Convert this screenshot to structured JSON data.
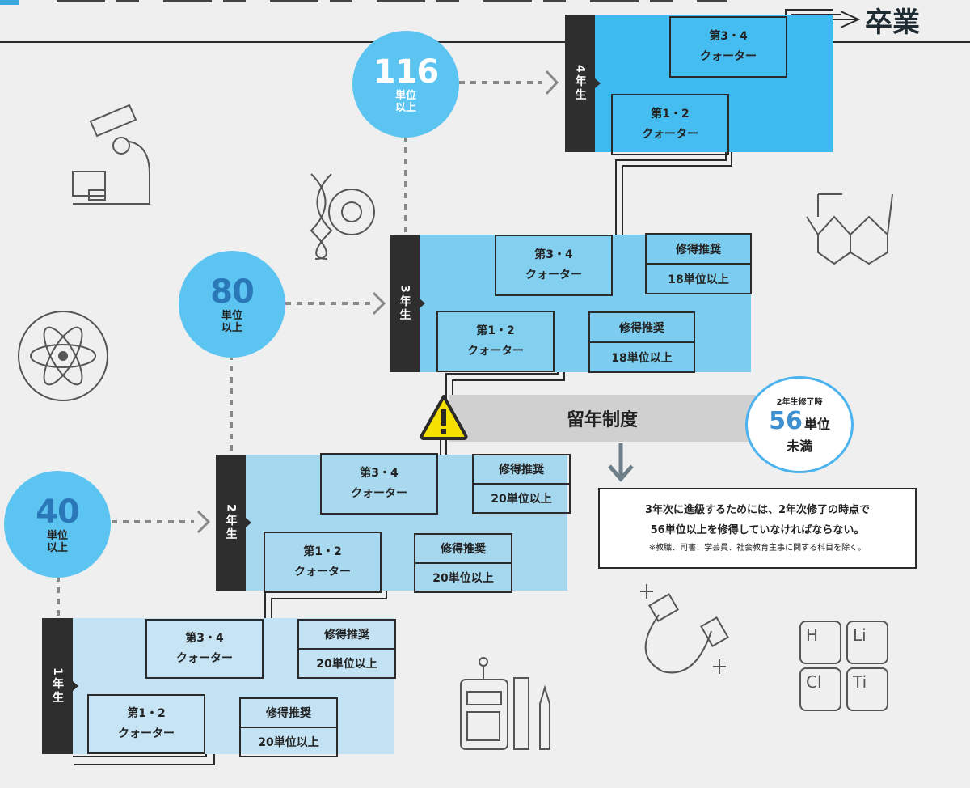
{
  "graduation": "卒業",
  "circles": [
    {
      "value": "40",
      "line1": "単位",
      "line2": "以上"
    },
    {
      "value": "80",
      "line1": "単位",
      "line2": "以上"
    },
    {
      "value": "116",
      "line1": "単位",
      "line2": "以上"
    }
  ],
  "years": [
    {
      "label": "1年生",
      "q34": [
        "第3・4",
        "クォーター"
      ],
      "q12": [
        "第1・2",
        "クォーター"
      ],
      "rec34": [
        "修得推奨",
        "20単位以上"
      ],
      "rec12": [
        "修得推奨",
        "20単位以上"
      ]
    },
    {
      "label": "2年生",
      "q34": [
        "第3・4",
        "クォーター"
      ],
      "q12": [
        "第1・2",
        "クォーター"
      ],
      "rec34": [
        "修得推奨",
        "20単位以上"
      ],
      "rec12": [
        "修得推奨",
        "20単位以上"
      ]
    },
    {
      "label": "3年生",
      "q34": [
        "第3・4",
        "クォーター"
      ],
      "q12": [
        "第1・2",
        "クォーター"
      ],
      "rec34": [
        "修得推奨",
        "18単位以上"
      ],
      "rec12": [
        "修得推奨",
        "18単位以上"
      ]
    },
    {
      "label": "4年生",
      "q34": [
        "第3・4",
        "クォーター"
      ],
      "q12": [
        "第1・2",
        "クォーター"
      ]
    }
  ],
  "retention": {
    "title": "留年制度",
    "badge": {
      "line1": "2年生修了時",
      "number": "56",
      "unit": "単位",
      "line3": "未満"
    },
    "note": {
      "line1": "3年次に進級するためには、2年次修了の時点で",
      "line2": "56単位以上を修得していなければならない。",
      "small": "※教職、司書、学芸員、社会教育主事に関する科目を除く。"
    }
  },
  "elements": {
    "h": "H",
    "li": "Li",
    "cl": "Cl",
    "ti": "Ti"
  },
  "colors": {
    "circle": "#5bc4f1",
    "year1": "#c3e3f4",
    "year2": "#a5d7ef",
    "year3": "#7ccdf0",
    "year4": "#3dbaf0",
    "accent": "#3d8fcf"
  }
}
